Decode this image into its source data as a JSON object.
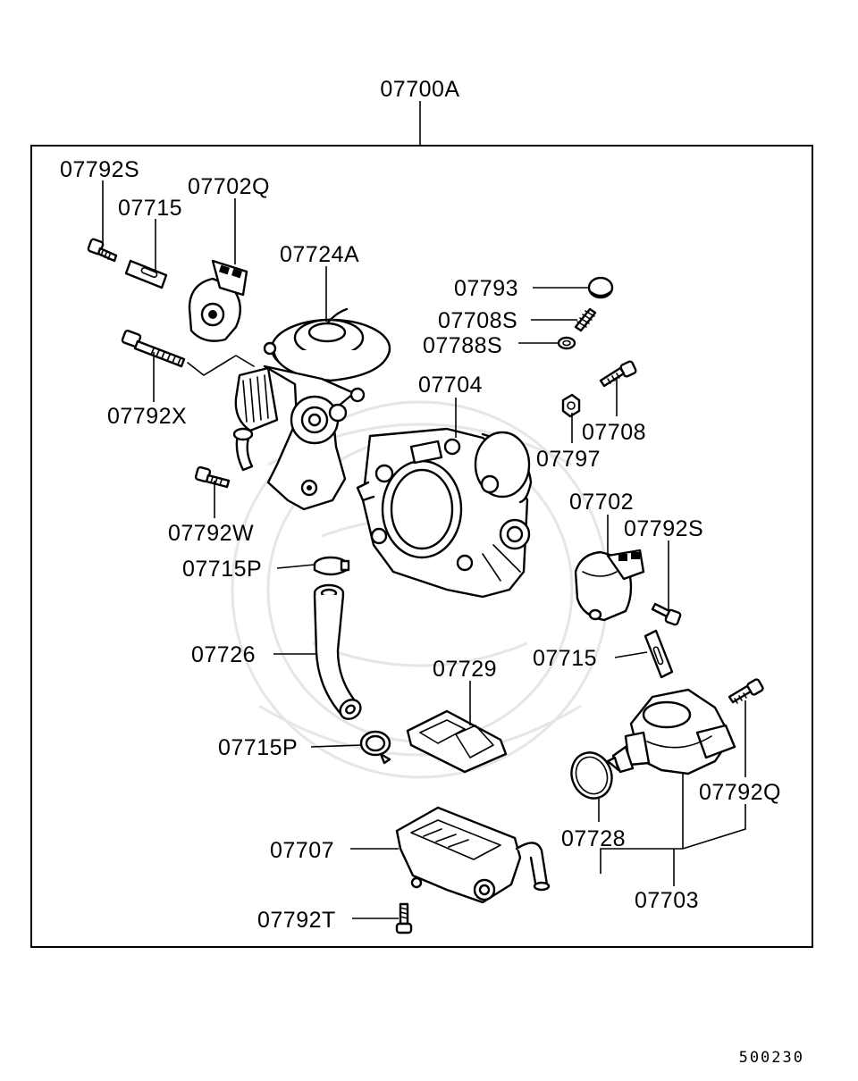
{
  "diagram": {
    "assembly_label": "07700A",
    "reference_number": "500230",
    "parts": {
      "p07792S_a": "07792S",
      "p07715_a": "07715",
      "p07702Q": "07702Q",
      "p07724A": "07724A",
      "p07792X": "07792X",
      "p07792W": "07792W",
      "p07715P_a": "07715P",
      "p07726": "07726",
      "p07715P_b": "07715P",
      "p07793": "07793",
      "p07708S": "07708S",
      "p07788S": "07788S",
      "p07704": "07704",
      "p07708": "07708",
      "p07797": "07797",
      "p07702": "07702",
      "p07792S_b": "07792S",
      "p07715_b": "07715",
      "p07729": "07729",
      "p07792Q": "07792Q",
      "p07728": "07728",
      "p07703": "07703",
      "p07707": "07707",
      "p07792T": "07792T"
    }
  }
}
